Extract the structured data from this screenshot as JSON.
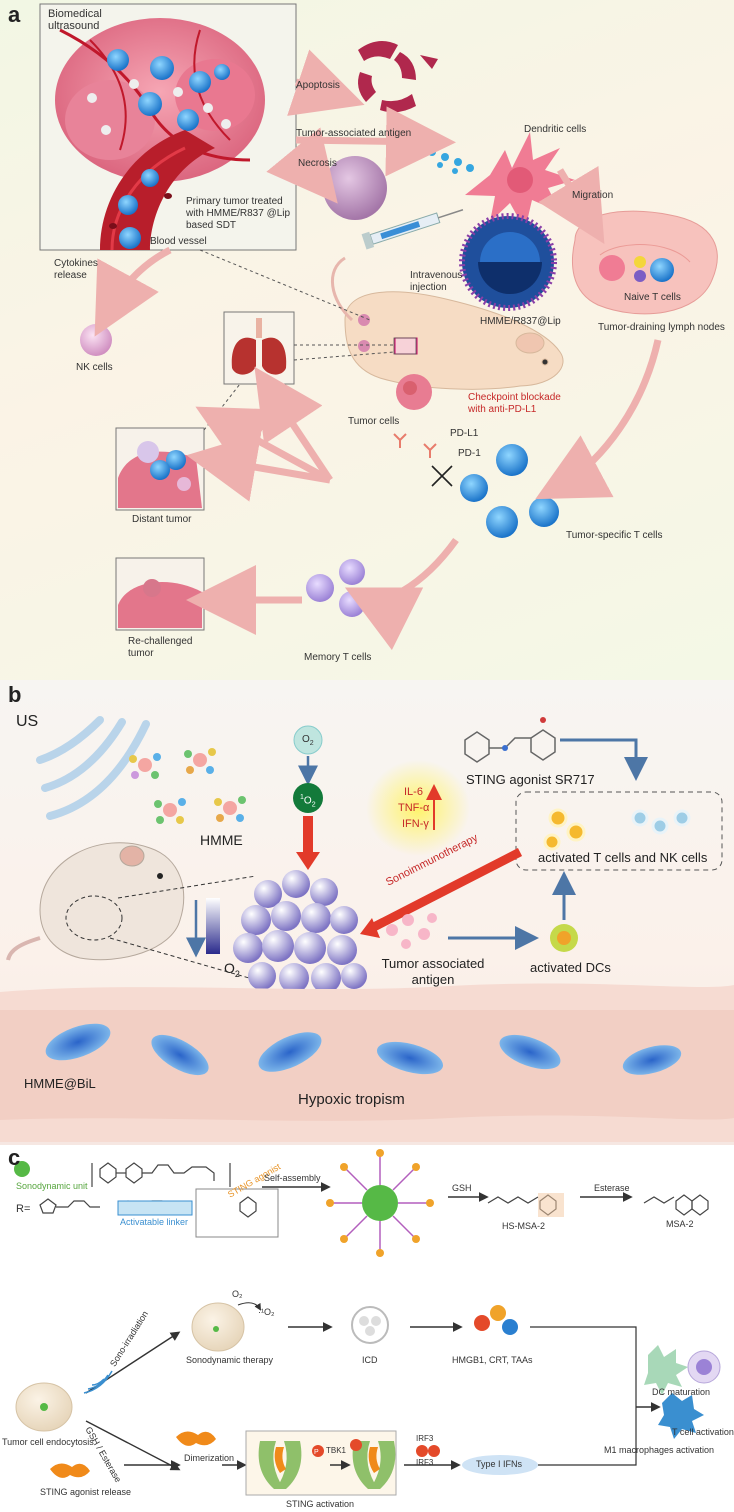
{
  "panel_a": {
    "letter": "a",
    "biomedical_ultrasound": "Biomedical ultrasound",
    "primary_tumor": "Primary tumor treated with HMME/R837 @Lip based SDT",
    "blood_vessel": "Blood vessel",
    "apoptosis": "Apoptosis",
    "tumor_associated_antigen": "Tumor-associated antigen",
    "dendritic_cells": "Dendritic cells",
    "necrosis": "Necrosis",
    "migration": "Migration",
    "naive_t_cells": "Naive T cells",
    "tumor_draining_lymph_nodes": "Tumor-draining lymph nodes",
    "intravenous_injection": "Intravenous injection",
    "liposome": "HMME/R837@Lip",
    "cytokines_release": "Cytokines release",
    "nk_cells": "NK cells",
    "tumor_cells": "Tumor cells",
    "checkpoint_blockade": "Checkpoint blockade with anti-PD-L1",
    "pd_l1": "PD-L1",
    "pd_1": "PD-1",
    "distant_tumor": "Distant tumor",
    "tumor_specific_t_cells": "Tumor-specific T cells",
    "rechallenged_tumor": "Re-challenged tumor",
    "memory_t_cells": "Memory T cells"
  },
  "panel_b": {
    "letter": "b",
    "us": "US",
    "o2": "O",
    "singlet_o2": "O",
    "o2_sub": "2",
    "singlet_sup": "1",
    "hmme": "HMME",
    "sting_agonist": "STING agonist SR717",
    "cytokines": [
      "IL-6",
      "TNF-α",
      "IFN-γ"
    ],
    "activated_t_nk": "activated T cells and NK cells",
    "sonoimmunotherapy": "Sonoimmunotherapy",
    "o2_gradient": "O",
    "tumor_associated_antigen": "Tumor associated antigen",
    "activated_dcs": "activated DCs",
    "hmme_bil": "HMME@BiL",
    "hypoxic_tropism": "Hypoxic tropism"
  },
  "panel_c": {
    "letter": "c",
    "sonodynamic_unit": "Sonodynamic unit",
    "r_eq": "R=",
    "activatable_linker": "Activatable linker",
    "sting_agonist": "STING agonist",
    "self_assembly": "Self-assembly",
    "gsh": "GSH",
    "esterase": "Esterase",
    "hs_msa2": "HS-MSA-2",
    "msa2": "MSA-2",
    "o2": "O₂",
    "singlet": "·¹O₂",
    "sono_irradiation": "Sono-irradiation",
    "gsh_esterase": "GSH / Esterase",
    "sonodynamic_therapy": "Sonodynamic therapy",
    "icd": "ICD",
    "hmgb1": "HMGB1, CRT, TAAs",
    "tumor_cell_endocytosis": "Tumor cell endocytosis",
    "sting_release": "STING agonist release",
    "dimerization": "Dimerization",
    "tbk1": "TBK1",
    "p": "P",
    "irf3": "IRF3",
    "type1_ifns": "Type I IFNs",
    "sting_activation": "STING activation",
    "dc_maturation": "DC maturation",
    "t_cell_activation": "T cell activation",
    "m1_activation": "M1 macrophages activation"
  }
}
